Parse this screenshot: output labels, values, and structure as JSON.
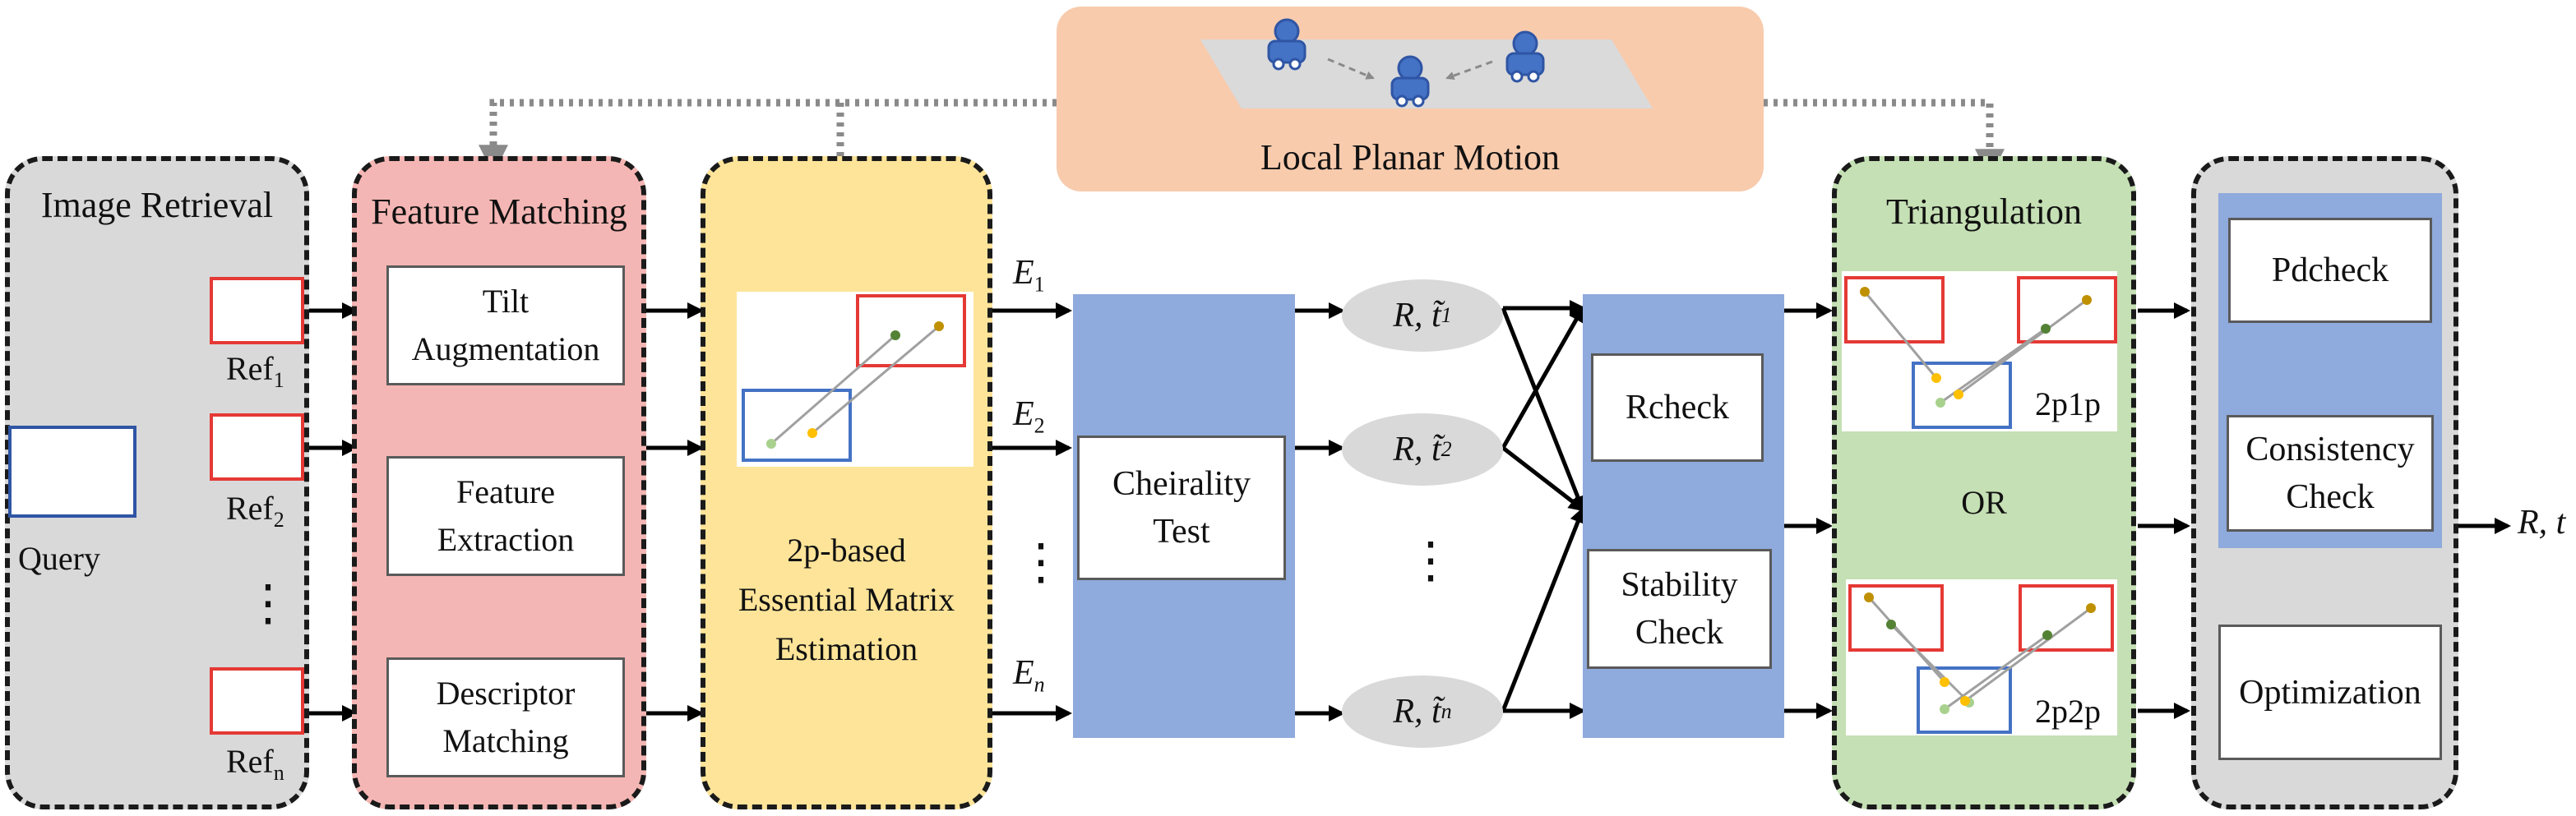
{
  "top": {
    "title": "Local Planar Motion"
  },
  "stages": {
    "retrieval": {
      "title": "Image Retrieval",
      "query": "Query",
      "refs": [
        "Ref",
        "Ref",
        "Ref"
      ],
      "ref_subs": [
        "1",
        "2",
        "n"
      ],
      "ellipsis": "⋮"
    },
    "matching": {
      "title": "Feature Matching",
      "steps": [
        "Tilt\nAugmentation",
        "Feature\nExtraction",
        "Descriptor\nMatching"
      ]
    },
    "essential": {
      "title": "2p-based\nEssential Matrix\nEstimation"
    },
    "cheirality": {
      "title": "Cheirality\nTest"
    },
    "checks": {
      "steps": [
        "Rcheck",
        "Stability\nCheck"
      ]
    },
    "triangulation": {
      "title": "Triangulation",
      "or": "OR",
      "modes": [
        "2p1p",
        "2p2p"
      ]
    },
    "refine": {
      "steps": [
        "Pdcheck",
        "Consistency\nCheck",
        "Optimization"
      ]
    }
  },
  "flow": {
    "e_labels": [
      "E",
      "E",
      "E"
    ],
    "e_subs": [
      "1",
      "2",
      "n"
    ],
    "rt_labels": [
      "R, t̃",
      "R, t̃",
      "R, t̃"
    ],
    "rt_subs": [
      "1",
      "2",
      "n"
    ],
    "ellipsis": "⋮",
    "output": "R, t"
  },
  "colors": {
    "retrieval_bg": "#d9d9d9",
    "matching_bg": "#f4b6b4",
    "essential_bg": "#fde499",
    "triangulation_bg": "#c5e0b4",
    "refine_bg": "#d9d9d9",
    "blue_block": "#8faadc",
    "top_bg": "#f8cbad",
    "ref_border": "#e53935",
    "query_border": "#2f55a4"
  }
}
